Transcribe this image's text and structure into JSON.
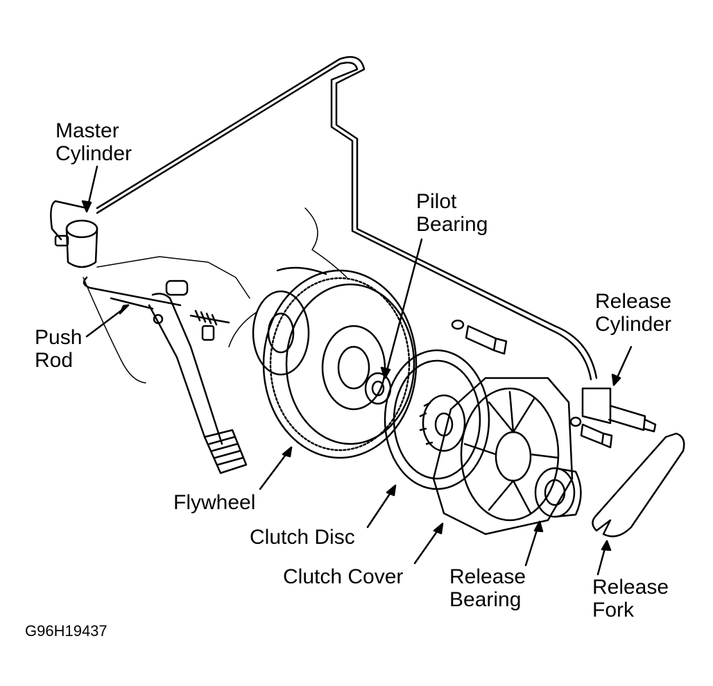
{
  "colors": {
    "ink": "#000000",
    "paper": "#ffffff"
  },
  "labels": {
    "master_cylinder": {
      "line1": "Master",
      "line2": "Cylinder"
    },
    "pilot_bearing": {
      "line1": "Pilot",
      "line2": "Bearing"
    },
    "release_cylinder": {
      "line1": "Release",
      "line2": "Cylinder"
    },
    "push_rod": {
      "line1": "Push",
      "line2": "Rod"
    },
    "flywheel": "Flywheel",
    "clutch_disc": "Clutch Disc",
    "clutch_cover": "Clutch Cover",
    "release_bearing": {
      "line1": "Release",
      "line2": "Bearing"
    },
    "release_fork": {
      "line1": "Release",
      "line2": "Fork"
    }
  },
  "figure_id": "G96H19437"
}
